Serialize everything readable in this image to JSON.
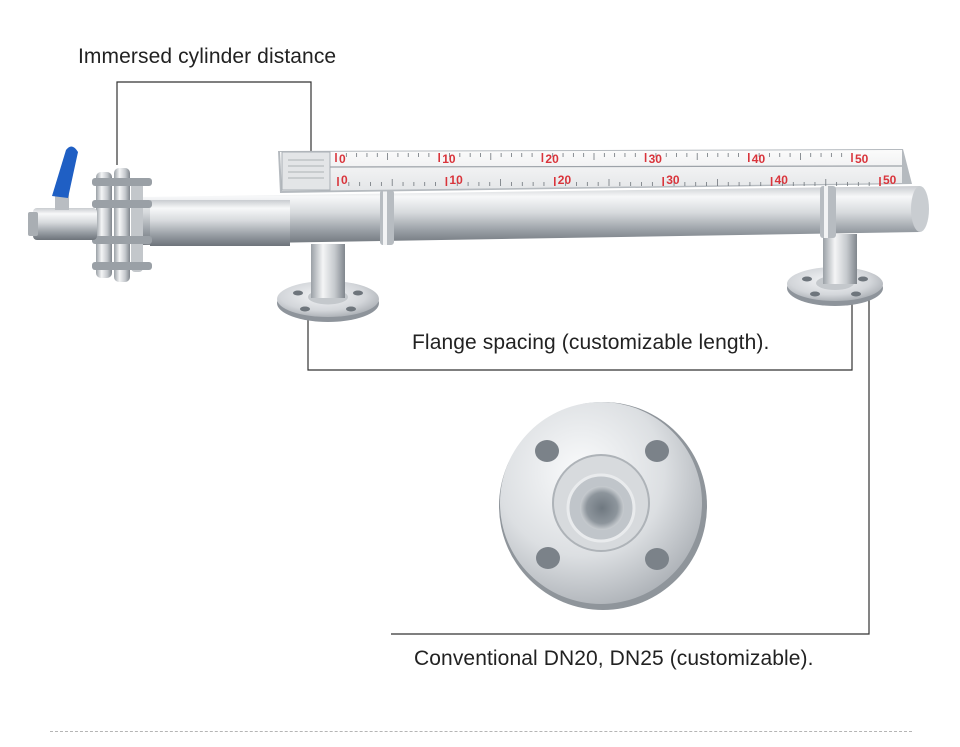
{
  "annotations": {
    "immersed_distance": "Immersed cylinder distance",
    "flange_spacing": "Flange spacing (customizable length).",
    "conventional_dn": "Conventional DN20, DN25 (customizable)."
  },
  "scale": {
    "upper_ticks": [
      "0",
      "10",
      "20",
      "30",
      "40",
      "50"
    ],
    "lower_ticks": [
      "0",
      "10",
      "20",
      "30",
      "40",
      "50"
    ]
  },
  "colors": {
    "scale_red": "#d9343b",
    "valve_blue": "#1f5fc4",
    "steel_light": "#eef0f2",
    "steel_dark": "#8e949b",
    "leader_line": "#333333"
  },
  "icons": {
    "valve": "ball-valve-icon",
    "flange": "flange-icon"
  }
}
